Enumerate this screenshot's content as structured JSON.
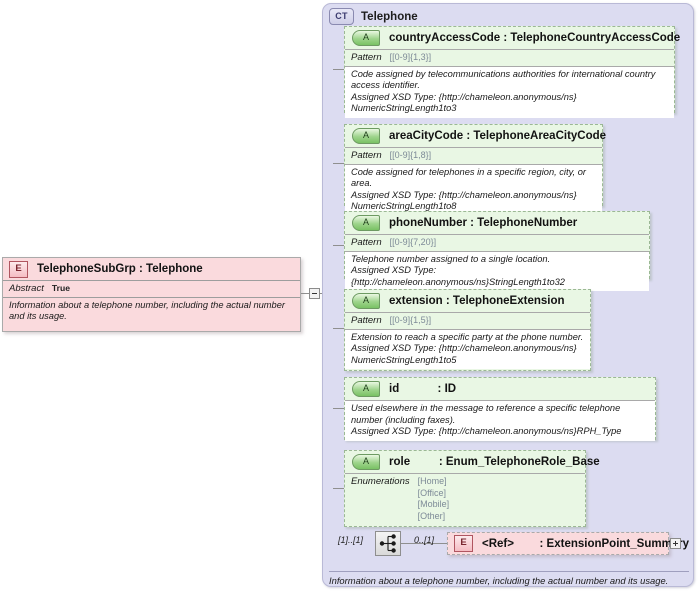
{
  "diagram": {
    "type": "xsd-schema-diagram",
    "colors": {
      "panel_background": "#dcdcf1",
      "attribute_box": "#e9f7e4",
      "element_box": "#fadadd",
      "attribute_badge": "#79c264",
      "element_badge": "#f5bcc3",
      "connector_line": "#8f8f8f"
    }
  },
  "left_element": {
    "badge": "E",
    "badge_icon": "element-icon",
    "name": "TelephoneSubGrp : Telephone",
    "facet_label": "Abstract",
    "facet_value": "True",
    "documentation": "Information about a telephone number, including the actual number and its usage."
  },
  "connector": {
    "collapse_toggle": "minus-toggle",
    "expand_toggle": "plus-toggle"
  },
  "complex_type": {
    "badge": "CT",
    "badge_icon": "complex-type-icon",
    "title": "Telephone",
    "documentation": "Information about a telephone number, including the actual number and its usage.",
    "sequence_icon": "sequence-compositor-icon",
    "sequence_cardinality": "[1]..[1]",
    "ref_cardinality": "0..[1]"
  },
  "attributes": [
    {
      "badge": "A",
      "badge_icon": "attribute-icon",
      "name": "countryAccessCode : TelephoneCountryAccessCode",
      "facet_label": "Pattern",
      "facet_value": "[[0-9]{1,3}]",
      "documentation": "Code assigned by telecommunications authorities for international country access identifier.\nAssigned XSD Type: {http://chameleon.anonymous/ns}\nNumericStringLength1to3"
    },
    {
      "badge": "A",
      "badge_icon": "attribute-icon",
      "name": "areaCityCode : TelephoneAreaCityCode",
      "facet_label": "Pattern",
      "facet_value": "[[0-9]{1,8}]",
      "documentation": "Code assigned for telephones in a specific region, city, or area.\nAssigned XSD Type: {http://chameleon.anonymous/ns}\nNumericStringLength1to8"
    },
    {
      "badge": "A",
      "badge_icon": "attribute-icon",
      "name": "phoneNumber : TelephoneNumber",
      "facet_label": "Pattern",
      "facet_value": "[[0-9]{7,20}]",
      "documentation": "Telephone number assigned to a single location.\nAssigned XSD Type: {http://chameleon.anonymous/ns}StringLength1to32"
    },
    {
      "badge": "A",
      "badge_icon": "attribute-icon",
      "name": "extension : TelephoneExtension",
      "facet_label": "Pattern",
      "facet_value": "[[0-9]{1,5}]",
      "documentation": "Extension to reach a specific party at the phone number.\nAssigned XSD Type: {http://chameleon.anonymous/ns}\nNumericStringLength1to5"
    },
    {
      "badge": "A",
      "badge_icon": "attribute-icon",
      "name": "id            : ID",
      "facet_label": "",
      "facet_value": "",
      "documentation": "Used elsewhere in the message to reference a specific telephone number (including faxes).\nAssigned XSD Type: {http://chameleon.anonymous/ns}RPH_Type"
    },
    {
      "badge": "A",
      "badge_icon": "attribute-icon",
      "name": "role         : Enum_TelephoneRole_Base",
      "facet_label": "Enumerations",
      "facet_value": "[Home]\n[Office]\n[Mobile]\n[Other]",
      "documentation": ""
    }
  ],
  "ref_element": {
    "badge": "E",
    "badge_icon": "element-icon",
    "name": "<Ref>        : ExtensionPoint_Summary"
  }
}
